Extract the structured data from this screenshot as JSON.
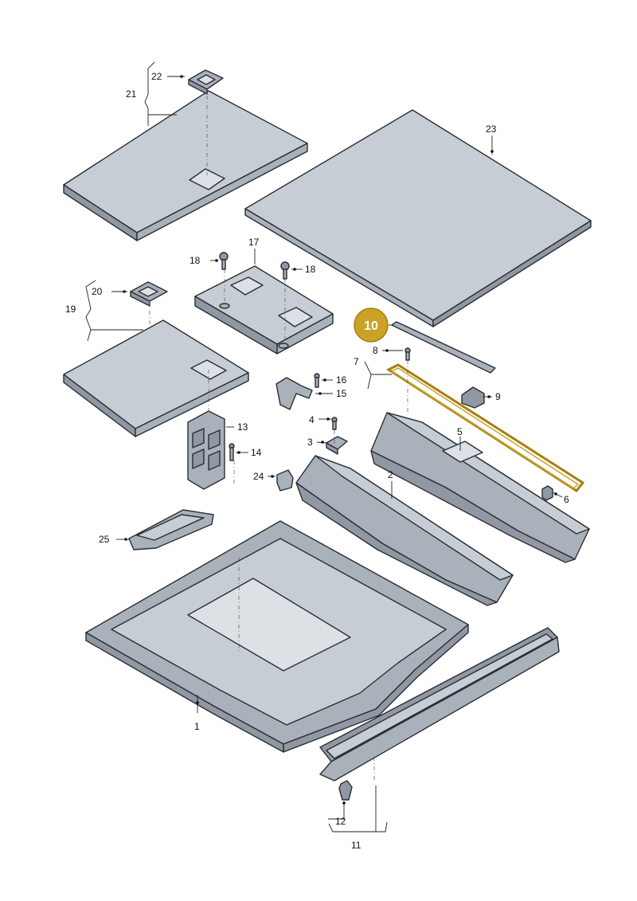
{
  "labels": {
    "l1": "1",
    "l2": "2",
    "l3": "3",
    "l4": "4",
    "l5": "5",
    "l6": "6",
    "l7": "7",
    "l8": "8",
    "l9": "9",
    "l10": "10",
    "l11": "11",
    "l12": "12",
    "l13": "13",
    "l14": "14",
    "l15": "15",
    "l16": "16",
    "l17": "17",
    "l18a": "18",
    "l18b": "18",
    "l19": "19",
    "l20": "20",
    "l21": "21",
    "l22": "22",
    "l23": "23",
    "l24": "24",
    "l25": "25"
  },
  "highlight": {
    "part": "10",
    "color": "#c9a227",
    "outline": "#a67f12"
  },
  "colors": {
    "line": "#2a2e33",
    "part_light": "#c7cdd5",
    "part_mid": "#a9b1bb",
    "part_dark": "#8f98a3"
  }
}
